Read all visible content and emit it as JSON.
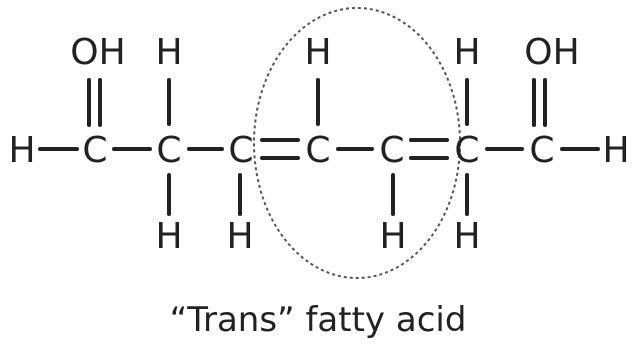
{
  "diagram": {
    "atoms": {
      "h_left": "H",
      "c1": "C",
      "oh1": "OH",
      "c2": "C",
      "c2_h_top": "H",
      "c2_h_bottom": "H",
      "c3": "C",
      "c3_h_bottom": "H",
      "c4": "C",
      "c4_h_top": "H",
      "c5": "C",
      "c5_h_bottom": "H",
      "c6": "C",
      "c6_h_top": "H",
      "c6_h_bottom": "H",
      "c7": "C",
      "oh2": "OH",
      "h_right": "H"
    },
    "caption": "“Trans” fatty acid"
  }
}
